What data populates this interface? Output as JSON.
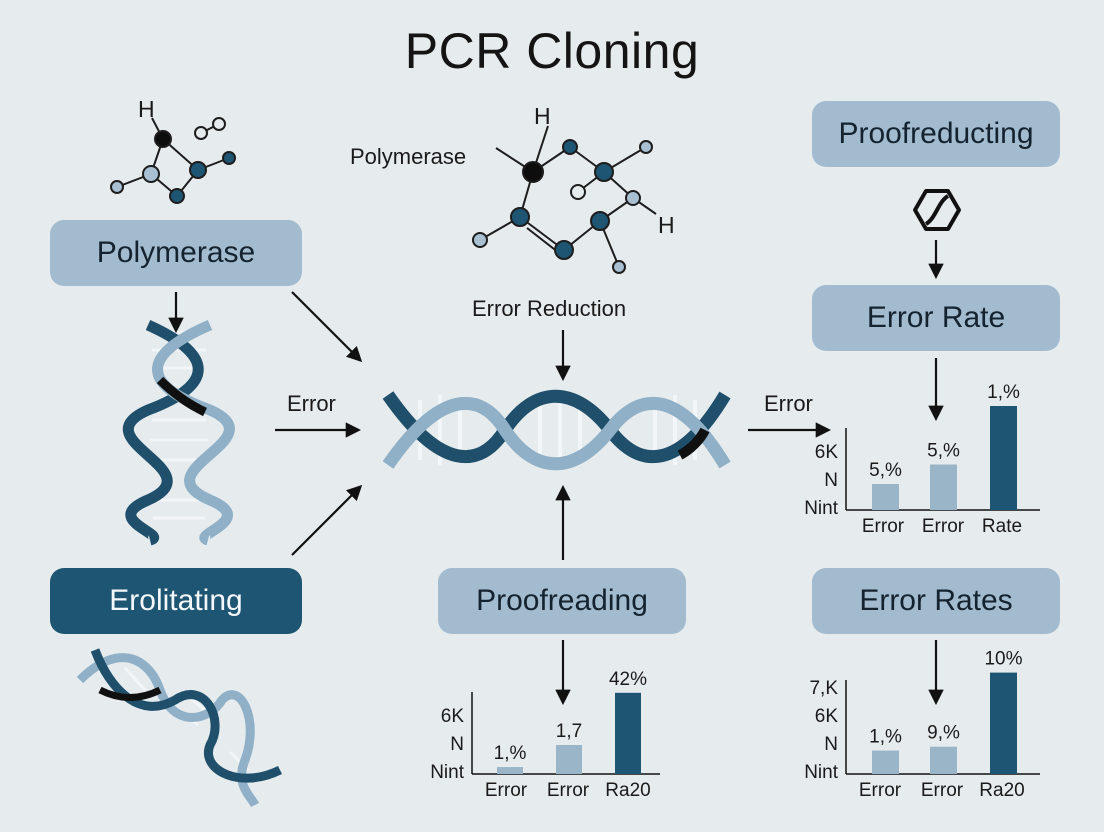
{
  "title": "PCR Cloning",
  "colors": {
    "background": "#e6ebee",
    "pill_light": "#a3bbcf",
    "pill_dark": "#1e5572",
    "bar_light": "#9ab4c8",
    "bar_dark": "#1e5572",
    "dna_dark": "#1e4e6a",
    "dna_light": "#8fb0c6"
  },
  "left": {
    "molecule_atom": "H",
    "pill_top": "Polymerase",
    "pill_bottom": "Erolitating"
  },
  "center": {
    "molecule_label": "Polymerase",
    "molecule_atom_top": "H",
    "molecule_atom_right": "H",
    "error_reduction": "Error Reduction",
    "error_left": "Error",
    "error_right": "Error",
    "pill": "Proofreading"
  },
  "right": {
    "pill_top": "Proofreducting",
    "icon": "slashed-hexagon-icon",
    "pill_mid": "Error Rate",
    "pill_bottom": "Error Rates"
  },
  "chart_data": [
    {
      "id": "chart-right-top",
      "type": "bar",
      "categories": [
        "Error",
        "Error",
        "Rate"
      ],
      "bar_labels": [
        "5,%",
        "5,%",
        "1,%"
      ],
      "values": [
        0.2,
        0.35,
        0.8
      ],
      "y_tick_labels": [
        "6K",
        "N",
        "Nint"
      ],
      "colors": [
        "#9ab4c8",
        "#9ab4c8",
        "#1e5572"
      ]
    },
    {
      "id": "chart-center",
      "type": "bar",
      "categories": [
        "Error",
        "Error",
        "Ra20"
      ],
      "bar_labels": [
        "1,%",
        "1,7",
        "42%"
      ],
      "values": [
        0.06,
        0.25,
        0.7
      ],
      "y_tick_labels": [
        "6K",
        "N",
        "Nint"
      ],
      "colors": [
        "#9ab4c8",
        "#9ab4c8",
        "#1e5572"
      ]
    },
    {
      "id": "chart-right-bottom",
      "type": "bar",
      "categories": [
        "Error",
        "Error",
        "Ra20"
      ],
      "bar_labels": [
        "1,%",
        "9,%",
        "10%"
      ],
      "values": [
        0.18,
        0.21,
        0.78
      ],
      "y_tick_labels": [
        "7,K",
        "6K",
        "N",
        "Nint"
      ],
      "colors": [
        "#9ab4c8",
        "#9ab4c8",
        "#1e5572"
      ]
    }
  ]
}
